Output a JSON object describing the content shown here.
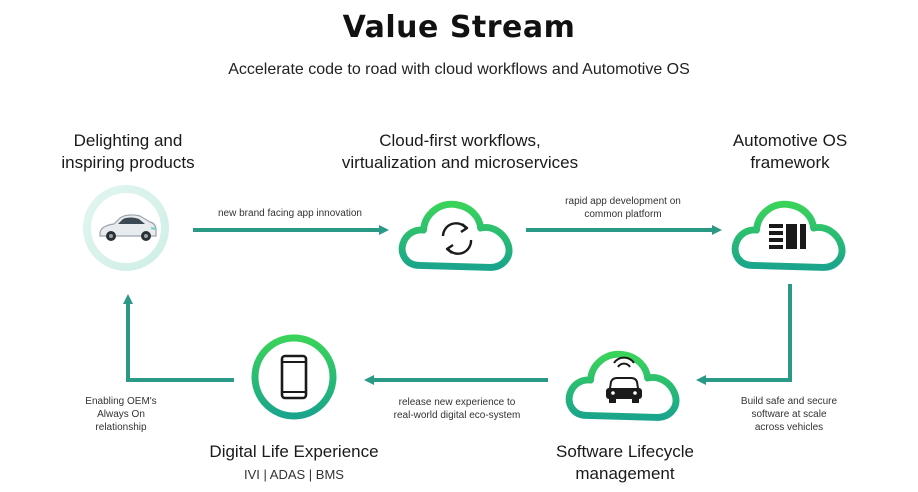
{
  "header": {
    "title": "Value Stream",
    "subtitle": "Accelerate code to road with cloud workflows and Automotive OS"
  },
  "nodes": {
    "products": {
      "label_line1": "Delighting and",
      "label_line2": "inspiring products",
      "icon": "car-icon"
    },
    "cloud_workflows": {
      "label_line1": "Cloud-first workflows,",
      "label_line2": "virtualization and microservices",
      "icon": "sync-arrows-icon"
    },
    "automotive_os": {
      "label_line1": "Automotive OS",
      "label_line2": "framework",
      "icon": "layout-grid-icon"
    },
    "software_lifecycle": {
      "label_line1": "Software Lifecycle",
      "label_line2": "management",
      "icon": "connected-car-icon"
    },
    "digital_life": {
      "label": "Digital Life Experience",
      "sublabel": "IVI | ADAS | BMS",
      "icon": "smartphone-icon"
    }
  },
  "edges": {
    "products_to_cloud": "new brand facing app innovation",
    "cloud_to_os_line1": "rapid app development on",
    "cloud_to_os_line2": "common platform",
    "os_to_lifecycle_line1": "Build safe and secure",
    "os_to_lifecycle_line2": "software at scale",
    "os_to_lifecycle_line3": "across vehicles",
    "lifecycle_to_digital_line1": "release new experience to",
    "lifecycle_to_digital_line2": "real-world digital eco-system",
    "digital_to_products_line1": "Enabling OEM's",
    "digital_to_products_line2": "Always On",
    "digital_to_products_line3": "relationship"
  },
  "colors": {
    "accent_green": "#3ad35a",
    "accent_teal": "#1aa58c",
    "arrow": "#2a9a87"
  }
}
